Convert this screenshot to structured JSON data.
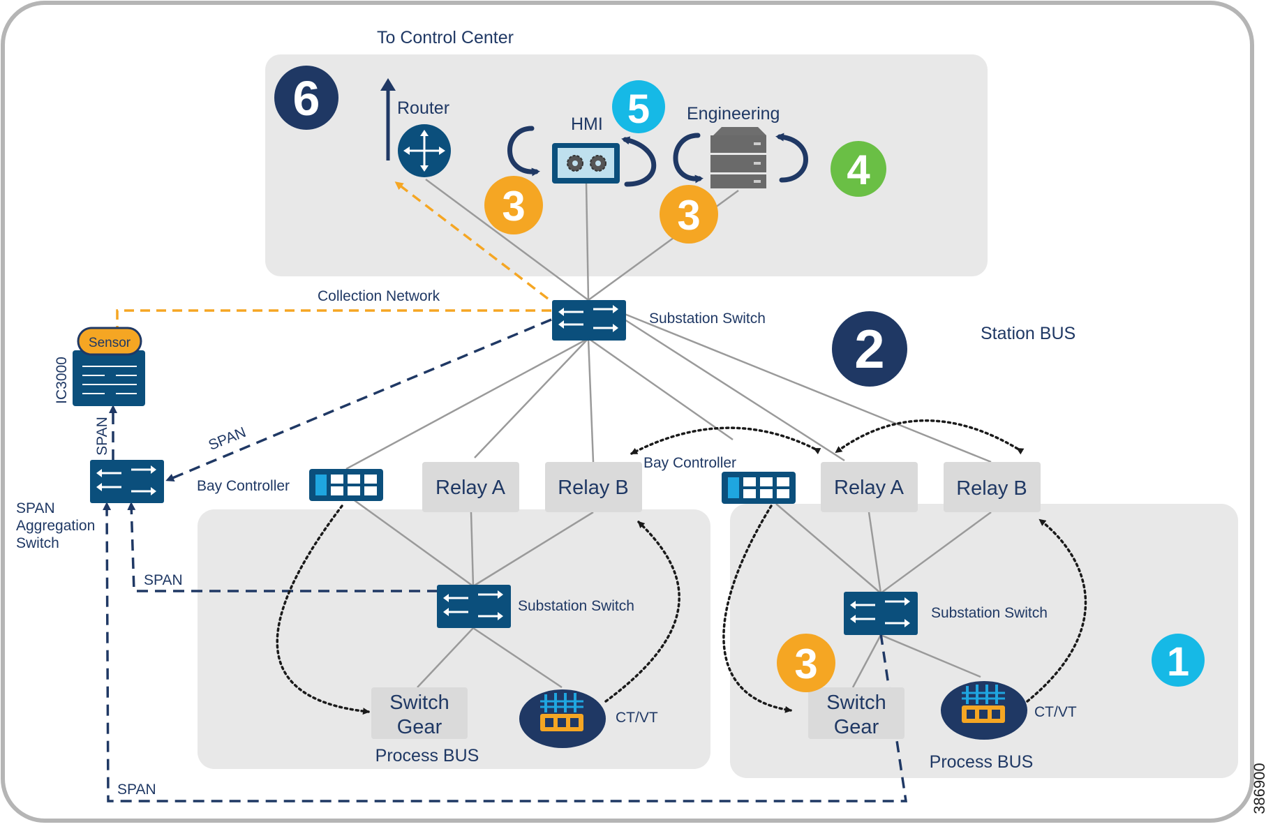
{
  "top": {
    "to_control_center": "To Control Center",
    "router": "Router",
    "hmi": "HMI",
    "engineering": "Engineering"
  },
  "network": {
    "collection_network": "Collection Network",
    "substation_switch": "Substation Switch",
    "station_bus": "Station BUS"
  },
  "left": {
    "sensor": "Sensor",
    "ic3000": "IC3000",
    "span_vertical": "SPAN",
    "span_diag": "SPAN",
    "span_mid": "SPAN",
    "span_bottom": "SPAN",
    "span_agg_line1": "SPAN",
    "span_agg_line2": "Aggregation",
    "span_agg_line3": "Switch"
  },
  "bay_left": {
    "bay_controller": "Bay Controller",
    "relay_a": "Relay A",
    "relay_b": "Relay B",
    "substation_switch": "Substation Switch",
    "switch_gear_line1": "Switch",
    "switch_gear_line2": "Gear",
    "ctvt": "CT/VT",
    "process_bus": "Process BUS"
  },
  "bay_right": {
    "bay_controller": "Bay Controller",
    "relay_a": "Relay A",
    "relay_b": "Relay B",
    "substation_switch": "Substation Switch",
    "switch_gear_line1": "Switch",
    "switch_gear_line2": "Gear",
    "ctvt": "CT/VT",
    "process_bus": "Process BUS"
  },
  "badges": {
    "b1": "1",
    "b2": "2",
    "b3a": "3",
    "b3b": "3",
    "b3c": "3",
    "b4": "4",
    "b5": "5",
    "b6": "6"
  },
  "figure_id": "386900",
  "colors": {
    "navy": "#1f3864",
    "switch_blue": "#0b4f7c",
    "orange": "#f5a623",
    "cyan": "#16b9e6",
    "green": "#6abf45",
    "panel_gray": "#e8e8e8",
    "relay_gray": "#dadada",
    "line_gray": "#9a9a9a"
  }
}
